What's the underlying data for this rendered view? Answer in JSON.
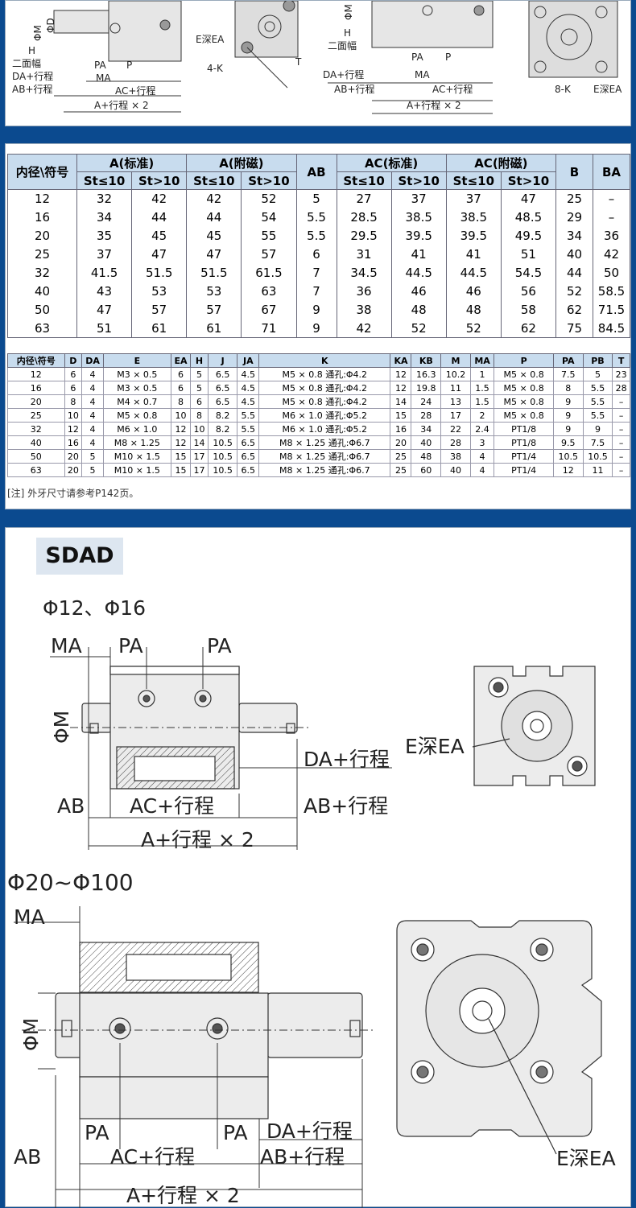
{
  "top_labels": {
    "h": "H",
    "flat": "二面幅",
    "da": "DA+行程",
    "ab": "AB+行程",
    "a": "A+行程 × 2",
    "pa": "PA",
    "p": "P",
    "ma": "MA",
    "ac": "AC+行程",
    "eea": "E深EA",
    "k4": "4-K",
    "t": "T",
    "k8": "8-K",
    "phi_m": "ΦM",
    "phi_d": "ΦD"
  },
  "table1": {
    "h_bore": "内径\\符号",
    "h_a_std": "A(标准)",
    "h_a_mag": "A(附磁)",
    "h_ab": "AB",
    "h_ac_std": "AC(标准)",
    "h_ac_mag": "AC(附磁)",
    "h_b": "B",
    "h_ba": "BA",
    "st1": "St≤10",
    "st2": "St>10",
    "rows": [
      [
        "12",
        "32",
        "42",
        "42",
        "52",
        "5",
        "27",
        "37",
        "37",
        "47",
        "25",
        "–"
      ],
      [
        "16",
        "34",
        "44",
        "44",
        "54",
        "5.5",
        "28.5",
        "38.5",
        "38.5",
        "48.5",
        "29",
        "–"
      ],
      [
        "20",
        "35",
        "45",
        "45",
        "55",
        "5.5",
        "29.5",
        "39.5",
        "39.5",
        "49.5",
        "34",
        "36"
      ],
      [
        "25",
        "37",
        "47",
        "47",
        "57",
        "6",
        "31",
        "41",
        "41",
        "51",
        "40",
        "42"
      ],
      [
        "32",
        "41.5",
        "51.5",
        "51.5",
        "61.5",
        "7",
        "34.5",
        "44.5",
        "44.5",
        "54.5",
        "44",
        "50"
      ],
      [
        "40",
        "43",
        "53",
        "53",
        "63",
        "7",
        "36",
        "46",
        "46",
        "56",
        "52",
        "58.5"
      ],
      [
        "50",
        "47",
        "57",
        "57",
        "67",
        "9",
        "38",
        "48",
        "48",
        "58",
        "62",
        "71.5"
      ],
      [
        "63",
        "51",
        "61",
        "61",
        "71",
        "9",
        "42",
        "52",
        "52",
        "62",
        "75",
        "84.5"
      ]
    ]
  },
  "table2": {
    "headers": [
      "内径\\符号",
      "D",
      "DA",
      "E",
      "EA",
      "H",
      "J",
      "JA",
      "K",
      "KA",
      "KB",
      "M",
      "MA",
      "P",
      "PA",
      "PB",
      "T"
    ],
    "rows": [
      [
        "12",
        "6",
        "4",
        "M3 × 0.5",
        "6",
        "5",
        "6.5",
        "4.5",
        "M5 × 0.8 通孔:Φ4.2",
        "12",
        "16.3",
        "10.2",
        "1",
        "M5 × 0.8",
        "7.5",
        "5",
        "23"
      ],
      [
        "16",
        "6",
        "4",
        "M3 × 0.5",
        "6",
        "5",
        "6.5",
        "4.5",
        "M5 × 0.8 通孔:Φ4.2",
        "12",
        "19.8",
        "11",
        "1.5",
        "M5 × 0.8",
        "8",
        "5.5",
        "28"
      ],
      [
        "20",
        "8",
        "4",
        "M4 × 0.7",
        "8",
        "6",
        "6.5",
        "4.5",
        "M5 × 0.8 通孔:Φ4.2",
        "14",
        "24",
        "13",
        "1.5",
        "M5 × 0.8",
        "9",
        "5.5",
        "–"
      ],
      [
        "25",
        "10",
        "4",
        "M5 × 0.8",
        "10",
        "8",
        "8.2",
        "5.5",
        "M6 × 1.0 通孔:Φ5.2",
        "15",
        "28",
        "17",
        "2",
        "M5 × 0.8",
        "9",
        "5.5",
        "–"
      ],
      [
        "32",
        "12",
        "4",
        "M6 × 1.0",
        "12",
        "10",
        "8.2",
        "5.5",
        "M6 × 1.0 通孔:Φ5.2",
        "16",
        "34",
        "22",
        "2.4",
        "PT1/8",
        "9",
        "9",
        "–"
      ],
      [
        "40",
        "16",
        "4",
        "M8 × 1.25",
        "12",
        "14",
        "10.5",
        "6.5",
        "M8 × 1.25 通孔:Φ6.7",
        "20",
        "40",
        "28",
        "3",
        "PT1/8",
        "9.5",
        "7.5",
        "–"
      ],
      [
        "50",
        "20",
        "5",
        "M10 × 1.5",
        "15",
        "17",
        "10.5",
        "6.5",
        "M8 × 1.25 通孔:Φ6.7",
        "25",
        "48",
        "38",
        "4",
        "PT1/4",
        "10.5",
        "10.5",
        "–"
      ],
      [
        "63",
        "20",
        "5",
        "M10 × 1.5",
        "15",
        "17",
        "10.5",
        "6.5",
        "M8 × 1.25 通孔:Φ6.7",
        "25",
        "60",
        "40",
        "4",
        "PT1/4",
        "12",
        "11",
        "–"
      ]
    ],
    "note": "[注] 外牙尺寸请参考P142页。"
  },
  "sdad": {
    "title": "SDAD",
    "small_range": "Φ12、Φ16",
    "large_range": "Φ20~Φ100",
    "ma": "MA",
    "pa": "PA",
    "phi_m": "ΦM",
    "da": "DA+行程",
    "ab": "AB",
    "ac": "AC+行程",
    "ab_st": "AB+行程",
    "a": "A+行程 × 2",
    "eea": "E深EA"
  }
}
